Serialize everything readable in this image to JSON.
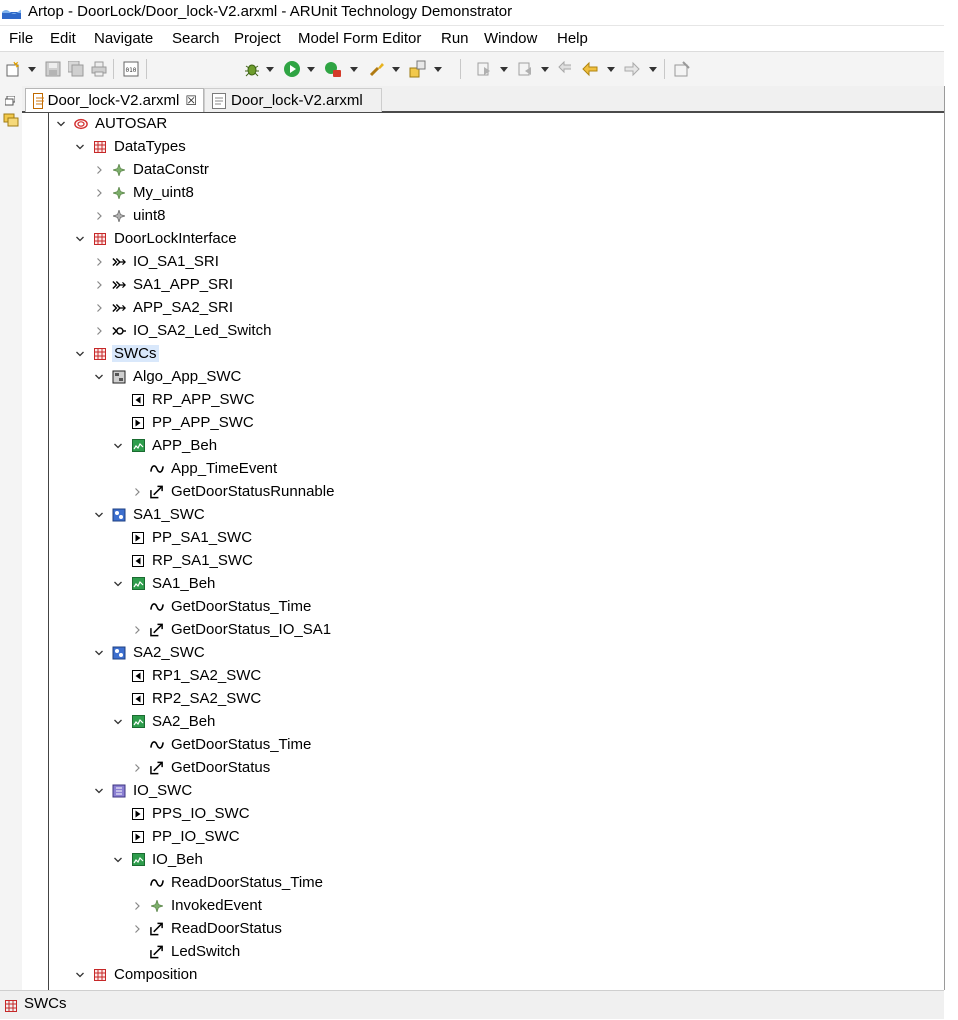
{
  "window": {
    "title": "Artop - DoorLock/Door_lock-V2.arxml - ARUnit Technology Demonstrator"
  },
  "menu": [
    "File",
    "Edit",
    "Navigate",
    "Search",
    "Project",
    "Model Form Editor",
    "Run",
    "Window",
    "Help"
  ],
  "tabs": [
    {
      "label": "Door_lock-V2.arxml",
      "active": true,
      "close": "☒"
    },
    {
      "label": "Door_lock-V2.arxml",
      "active": false
    }
  ],
  "tree": [
    {
      "depth": 0,
      "twisty": "open",
      "icon": "autosar-icon",
      "label": "AUTOSAR"
    },
    {
      "depth": 1,
      "twisty": "open",
      "icon": "package-icon",
      "label": "DataTypes"
    },
    {
      "depth": 2,
      "twisty": "closed",
      "icon": "datatype-icon",
      "label": "DataConstr"
    },
    {
      "depth": 2,
      "twisty": "closed",
      "icon": "datatype-icon",
      "label": "My_uint8"
    },
    {
      "depth": 2,
      "twisty": "closed",
      "icon": "datatype-gray-icon",
      "label": "uint8"
    },
    {
      "depth": 1,
      "twisty": "open",
      "icon": "package-icon",
      "label": "DoorLockInterface"
    },
    {
      "depth": 2,
      "twisty": "closed",
      "icon": "sr-interface-icon",
      "label": "IO_SA1_SRI"
    },
    {
      "depth": 2,
      "twisty": "closed",
      "icon": "sr-interface-icon",
      "label": "SA1_APP_SRI"
    },
    {
      "depth": 2,
      "twisty": "closed",
      "icon": "sr-interface-icon",
      "label": "APP_SA2_SRI"
    },
    {
      "depth": 2,
      "twisty": "closed",
      "icon": "cs-interface-icon",
      "label": "IO_SA2_Led_Switch"
    },
    {
      "depth": 1,
      "twisty": "open",
      "icon": "package-icon",
      "label": "SWCs",
      "selected": true
    },
    {
      "depth": 2,
      "twisty": "open",
      "icon": "app-swc-icon",
      "label": "Algo_App_SWC"
    },
    {
      "depth": 3,
      "twisty": "none",
      "icon": "rport-icon",
      "label": "RP_APP_SWC"
    },
    {
      "depth": 3,
      "twisty": "none",
      "icon": "pport-icon",
      "label": "PP_APP_SWC"
    },
    {
      "depth": 3,
      "twisty": "open",
      "icon": "behavior-icon",
      "label": "APP_Beh"
    },
    {
      "depth": 4,
      "twisty": "none",
      "icon": "timing-event-icon",
      "label": "App_TimeEvent"
    },
    {
      "depth": 4,
      "twisty": "closed",
      "icon": "runnable-icon",
      "label": "GetDoorStatusRunnable"
    },
    {
      "depth": 2,
      "twisty": "open",
      "icon": "sensor-swc-icon",
      "label": "SA1_SWC"
    },
    {
      "depth": 3,
      "twisty": "none",
      "icon": "pport-icon",
      "label": "PP_SA1_SWC"
    },
    {
      "depth": 3,
      "twisty": "none",
      "icon": "rport-icon",
      "label": "RP_SA1_SWC"
    },
    {
      "depth": 3,
      "twisty": "open",
      "icon": "behavior-icon",
      "label": "SA1_Beh"
    },
    {
      "depth": 4,
      "twisty": "none",
      "icon": "timing-event-icon",
      "label": "GetDoorStatus_Time"
    },
    {
      "depth": 4,
      "twisty": "closed",
      "icon": "runnable-icon",
      "label": "GetDoorStatus_IO_SA1"
    },
    {
      "depth": 2,
      "twisty": "open",
      "icon": "sensor-swc-icon",
      "label": "SA2_SWC"
    },
    {
      "depth": 3,
      "twisty": "none",
      "icon": "rport-icon",
      "label": "RP1_SA2_SWC"
    },
    {
      "depth": 3,
      "twisty": "none",
      "icon": "rport-icon",
      "label": "RP2_SA2_SWC"
    },
    {
      "depth": 3,
      "twisty": "open",
      "icon": "behavior-icon",
      "label": "SA2_Beh"
    },
    {
      "depth": 4,
      "twisty": "none",
      "icon": "timing-event-icon",
      "label": "GetDoorStatus_Time"
    },
    {
      "depth": 4,
      "twisty": "closed",
      "icon": "runnable-icon",
      "label": "GetDoorStatus"
    },
    {
      "depth": 2,
      "twisty": "open",
      "icon": "io-swc-icon",
      "label": "IO_SWC"
    },
    {
      "depth": 3,
      "twisty": "none",
      "icon": "pport-icon",
      "label": "PPS_IO_SWC"
    },
    {
      "depth": 3,
      "twisty": "none",
      "icon": "pport-icon",
      "label": "PP_IO_SWC"
    },
    {
      "depth": 3,
      "twisty": "open",
      "icon": "behavior-icon",
      "label": "IO_Beh"
    },
    {
      "depth": 4,
      "twisty": "none",
      "icon": "timing-event-icon",
      "label": "ReadDoorStatus_Time"
    },
    {
      "depth": 4,
      "twisty": "closed",
      "icon": "event-icon",
      "label": "InvokedEvent"
    },
    {
      "depth": 4,
      "twisty": "closed",
      "icon": "runnable-icon",
      "label": "ReadDoorStatus"
    },
    {
      "depth": 4,
      "twisty": "none",
      "icon": "runnable-icon",
      "label": "LedSwitch"
    },
    {
      "depth": 1,
      "twisty": "open",
      "icon": "package-icon",
      "label": "Composition"
    }
  ],
  "status": {
    "label": "SWCs",
    "icon": "package-icon"
  },
  "colors": {
    "selection": "#d9e8fb",
    "package": "#c62828",
    "behavior": "#2e9d4c",
    "swc_blue": "#3d6fcf"
  }
}
